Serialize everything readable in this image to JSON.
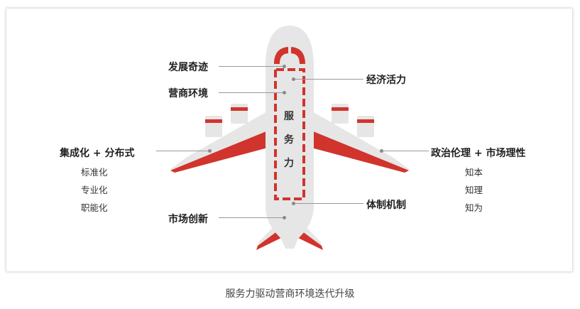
{
  "left_labels": {
    "miracle": "发展奇迹",
    "env": "营商环境",
    "integrated": "集成化 + 分布式",
    "subs": [
      "标准化",
      "专业化",
      "职能化"
    ],
    "innovation": "市场创新"
  },
  "right_labels": {
    "vitality": "经济活力",
    "governance": "政治伦理 + 市场理性",
    "subs": [
      "知本",
      "知理",
      "知为"
    ],
    "mechanism": "体制机制"
  },
  "fuselage_chars": [
    "服",
    "务",
    "力"
  ],
  "caption": "服务力驱动营商环境迭代升级",
  "colors": {
    "accent": "#d0342c",
    "plane": "#e6e6e6",
    "leader": "#9a9a9a"
  }
}
